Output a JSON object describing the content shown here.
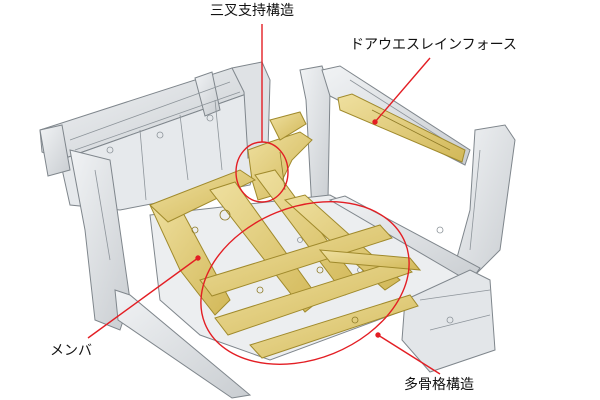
{
  "labels": {
    "three_fork": "三叉支持構造",
    "door_reinforce": "ドアウエスレインフォース",
    "member": "メンバ",
    "multi_frame": "多骨格構造"
  },
  "colors": {
    "callout": "#e31e24",
    "frame_highlight": "#e2cd75",
    "frame_edge": "#a08a2c",
    "body_gray": "#d7dadd",
    "body_edge": "#7f868c"
  }
}
